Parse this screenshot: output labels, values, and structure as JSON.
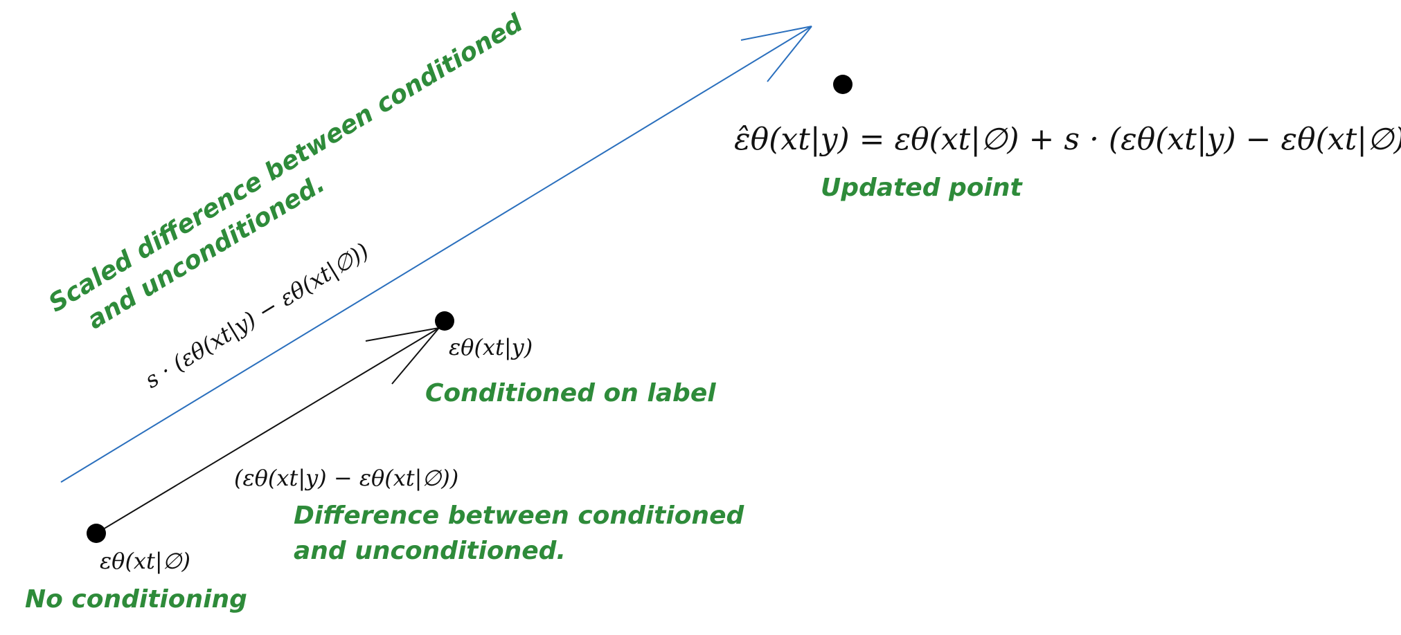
{
  "colors": {
    "blue_arrow": "#2a6fbd",
    "black_arrow": "#111111",
    "annotation_green": "#2e8b3a"
  },
  "points": {
    "unconditioned": {
      "math": "εθ(xt|∅)",
      "note": "No conditioning"
    },
    "conditioned": {
      "math": "εθ(xt|y)",
      "note": "Conditioned on label"
    },
    "updated": {
      "math": "ε̂θ(xt|y) = εθ(xt|∅) + s · (εθ(xt|y) − εθ(xt|∅))",
      "note": "Updated point"
    }
  },
  "difference_arrow": {
    "math": "(εθ(xt|y) − εθ(xt|∅))",
    "note_line1": "Difference between conditioned",
    "note_line2": "and unconditioned."
  },
  "scaled_arrow": {
    "math": "s · (εθ(xt|y) − εθ(xt|∅))",
    "note_line1": "Scaled difference between conditioned",
    "note_line2": "and unconditioned."
  }
}
